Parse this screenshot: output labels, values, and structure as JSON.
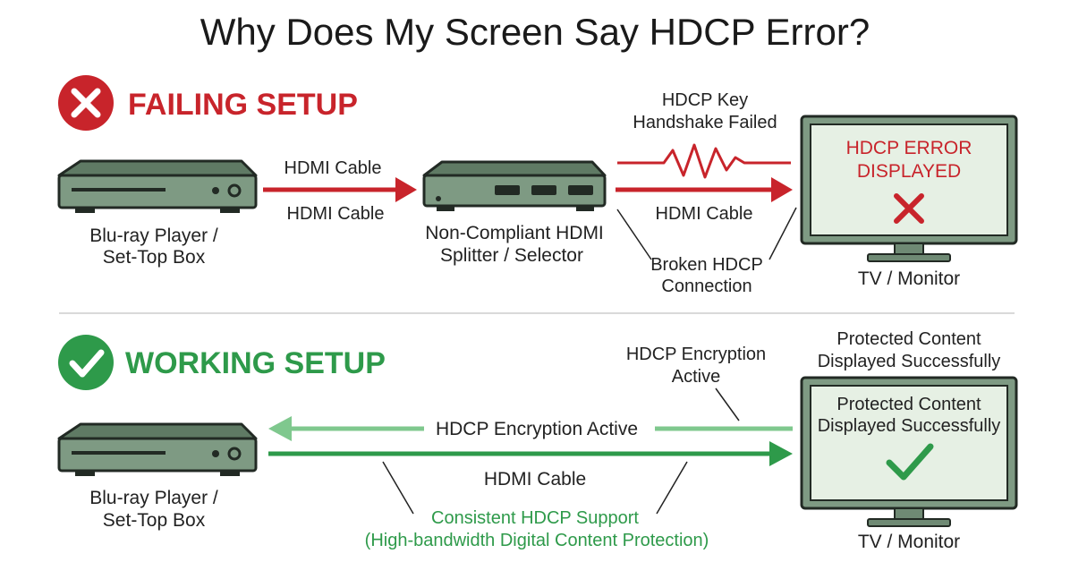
{
  "title": "Why Does My Screen Say HDCP Error?",
  "colors": {
    "fail_red": "#c8242b",
    "ok_green": "#2e9a4a",
    "light_green": "#7fc88e",
    "device_fill": "#7e9a83",
    "device_dark": "#222a24",
    "screen_fill": "#e6f0e4",
    "divider": "#d9d9d9"
  },
  "failing": {
    "heading": "FAILING SETUP",
    "heading_icon": "x-circle-icon",
    "source_label_1": "Blu-ray Player /",
    "source_label_2": "Set-Top Box",
    "cable_label_top": "HDMI Cable",
    "cable_label_bottom": "HDMI Cable",
    "splitter_label_1": "Non-Compliant HDMI",
    "splitter_label_2": "Splitter / Selector",
    "handshake_label_1": "HDCP Key",
    "handshake_label_2": "Handshake Failed",
    "cable2_label": "HDMI Cable",
    "broken_label_1": "Broken HDCP",
    "broken_label_2": "Connection",
    "screen_text_1": "HDCP ERROR",
    "screen_text_2": "DISPLAYED",
    "screen_icon": "x-mark-icon",
    "display_label": "TV / Monitor"
  },
  "working": {
    "heading": "WORKING SETUP",
    "heading_icon": "check-circle-icon",
    "source_label_1": "Blu-ray Player /",
    "source_label_2": "Set-Top Box",
    "encryption_arrow_label": "HDCP Encryption Active",
    "cable_label": "HDMI Cable",
    "encryption_callout_1": "HDCP Encryption",
    "encryption_callout_2": "Active",
    "support_label_1": "Consistent HDCP Support",
    "support_label_2": "(High-bandwidth Digital Content Protection)",
    "above_screen_1": "Protected Content",
    "above_screen_2": "Displayed Successfully",
    "screen_text_1": "Protected Content",
    "screen_text_2": "Displayed Successfully",
    "screen_icon": "check-mark-icon",
    "display_label": "TV / Monitor"
  }
}
